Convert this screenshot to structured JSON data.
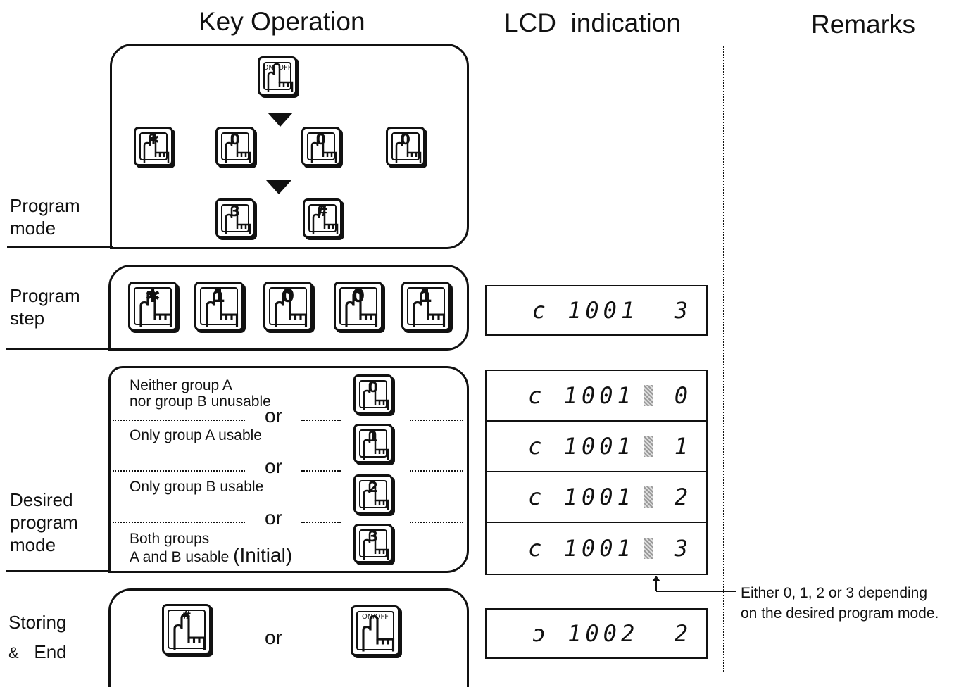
{
  "headers": {
    "key_operation": "Key Operation",
    "lcd_indication": "LCD  indication",
    "remarks": "Remarks"
  },
  "rows": {
    "program_mode": {
      "label_line1": "Program",
      "label_line2": "mode"
    },
    "program_step": {
      "label_line1": "Program",
      "label_line2": "step"
    },
    "desired_program_mode": {
      "label_line1": "Desired",
      "label_line2": "program",
      "label_line3": "mode"
    },
    "storing_end": {
      "label_line1": "Storing",
      "label_amp": "&",
      "label_end": "End"
    }
  },
  "keys": {
    "on_off": "ON  OFF",
    "on_off_slash": "ON/OFF",
    "star": "✱",
    "hash": "#",
    "zero": "0",
    "one": "1",
    "two": "2",
    "three": "3"
  },
  "options": [
    {
      "line1": "Neither group A",
      "line2": "nor group B unusable",
      "key": "0"
    },
    {
      "line1": "Only group A usable",
      "line2": "",
      "key": "1"
    },
    {
      "line1": "Only group B usable",
      "line2": "",
      "key": "2"
    },
    {
      "line1": "Both groups",
      "line2": "A and B usable",
      "initial": "(Initial)",
      "key": "3"
    }
  ],
  "or_label": "or",
  "lcd": {
    "step": "c 1001  3",
    "desired": [
      {
        "prefix": "c 1001",
        "digit": "0"
      },
      {
        "prefix": "c 1001",
        "digit": "1"
      },
      {
        "prefix": "c 1001",
        "digit": "2"
      },
      {
        "prefix": "c 1001",
        "digit": "3"
      }
    ],
    "store": "ɔ 1002  2"
  },
  "remark": {
    "line1": "Either 0, 1, 2 or 3 depending",
    "line2": "on the desired program mode."
  }
}
